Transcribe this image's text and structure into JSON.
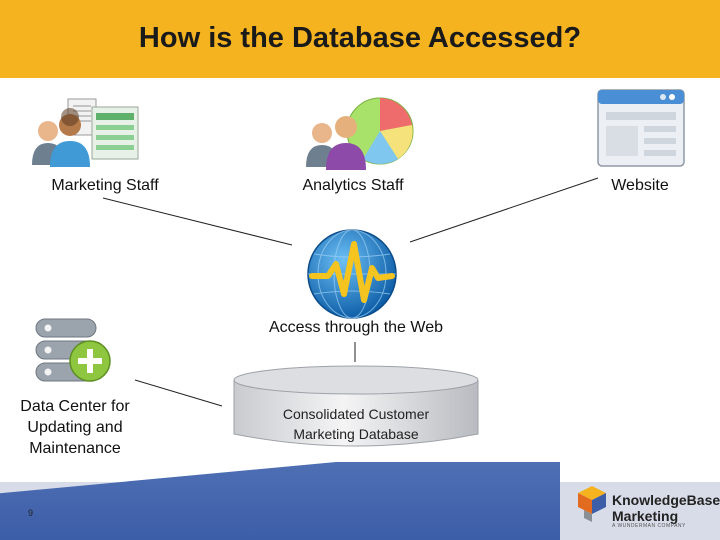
{
  "title": "How is the Database Accessed?",
  "nodes": {
    "marketing_staff": "Marketing Staff",
    "analytics_staff": "Analytics Staff",
    "website": "Website",
    "web_access": "Access through the Web",
    "data_center": [
      "Data Center for",
      "Updating and",
      "Maintenance"
    ],
    "database": [
      "Consolidated Customer",
      "Marketing Database"
    ]
  },
  "footer": {
    "page_number": "9",
    "logo_line1": "KnowledgeBase",
    "logo_line2": "Marketing",
    "logo_tagline": "A WUNDERMAN COMPANY"
  },
  "colors": {
    "header": "#f5b31f",
    "footer_band": "#3c5ea8",
    "globe": "#1f7fd1"
  },
  "icons": [
    "people-document-icon",
    "people-pie-chart-icon",
    "browser-window-icon",
    "globe-waveform-icon",
    "server-add-icon",
    "database-cylinder-icon",
    "knowledgebase-logo-icon"
  ]
}
